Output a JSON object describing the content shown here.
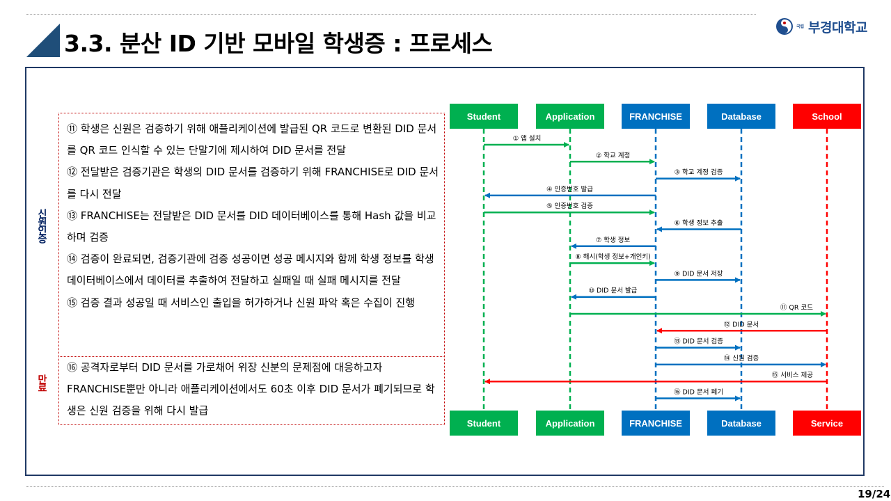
{
  "slide": {
    "title": "3.3. 분산 ID 기반 모바일 학생증 : 프로세스",
    "logo_text": "부경대학교",
    "logo_small_top": "국립",
    "page_number": "19/24"
  },
  "side_labels": {
    "auth": "신원인증",
    "expire": "만료"
  },
  "steps_text": {
    "auth": [
      "⑪ 학생은 신원은 검증하기 위해 애플리케이션에 발급된 QR 코드로 변환된 DID 문서를 QR 코드 인식할 수 있는 단말기에 제시하여 DID 문서를 전달",
      "⑫ 전달받은 검증기관은 학생의 DID 문서를 검증하기 위해 FRANCHISE로 DID 문서를 다시 전달",
      "⑬ FRANCHISE는 전달받은 DID 문서를 DID 데이터베이스를 통해 Hash 값을 비교하며 검증",
      "⑭ 검증이 완료되면, 검증기관에 검증 성공이면 성공 메시지와 함께 학생 정보를 학생 데이터베이스에서 데이터를 추출하여 전달하고 실패일 때 실패 메시지를 전달",
      "⑮ 검증 결과 성공일 때 서비스인 출입을 허가하거나 신원 파악 혹은 수집이 진행"
    ],
    "expire": [
      "⑯ 공격자로부터 DID 문서를 가로채어 위장 신분의 문제점에 대응하고자 FRANCHISE뿐만 아니라 애플리케이션에서도 60초 이후 DID 문서가 폐기되므로 학생은 신원 검증을 위해 다시 발급"
    ]
  },
  "colors": {
    "green": "#00b050",
    "blue": "#0070c0",
    "red": "#ff0000",
    "navy": "#1f3864",
    "text_red": "#c00000",
    "title_navy": "#002060"
  },
  "diagram": {
    "actors_top": [
      {
        "id": "student",
        "label": "Student",
        "color": "#00b050"
      },
      {
        "id": "application",
        "label": "Application",
        "color": "#00b050"
      },
      {
        "id": "franchise",
        "label": "FRANCHISE",
        "color": "#0070c0"
      },
      {
        "id": "database",
        "label": "Database",
        "color": "#0070c0"
      },
      {
        "id": "school",
        "label": "School",
        "color": "#ff0000"
      }
    ],
    "actors_bottom": [
      {
        "id": "student",
        "label": "Student",
        "color": "#00b050"
      },
      {
        "id": "application",
        "label": "Application",
        "color": "#00b050"
      },
      {
        "id": "franchise",
        "label": "FRANCHISE",
        "color": "#0070c0"
      },
      {
        "id": "database",
        "label": "Database",
        "color": "#0070c0"
      },
      {
        "id": "service",
        "label": "Service",
        "color": "#ff0000"
      }
    ],
    "messages": [
      {
        "from": "student",
        "to": "application",
        "label": "① 앱 설치",
        "color": "#00b050"
      },
      {
        "from": "application",
        "to": "franchise",
        "label": "② 학교 계정",
        "color": "#00b050"
      },
      {
        "from": "franchise",
        "to": "database",
        "label": "③ 학교 계정 검증",
        "color": "#0070c0"
      },
      {
        "from": "franchise",
        "to": "student",
        "label": "④ 인증번호 발급",
        "color": "#0070c0"
      },
      {
        "from": "student",
        "to": "franchise",
        "label": "⑤ 인증번호 검증",
        "color": "#00b050"
      },
      {
        "from": "database",
        "to": "franchise",
        "label": "⑥ 학생 정보 추출",
        "color": "#0070c0"
      },
      {
        "from": "franchise",
        "to": "application",
        "label": "⑦ 학생 정보",
        "color": "#0070c0"
      },
      {
        "from": "application",
        "to": "franchise",
        "label": "⑧ 해시(학생 정보+개인키)",
        "color": "#00b050"
      },
      {
        "from": "franchise",
        "to": "database",
        "label": "⑨ DID 문서 저장",
        "color": "#0070c0"
      },
      {
        "from": "franchise",
        "to": "application",
        "label": "⑩ DID 문서 발급",
        "color": "#0070c0"
      },
      {
        "from": "application",
        "to": "school",
        "label": "⑪ QR 코드",
        "color": "#00b050"
      },
      {
        "from": "school",
        "to": "franchise",
        "label": "⑫ DID 문서",
        "color": "#ff0000"
      },
      {
        "from": "franchise",
        "to": "database",
        "label": "⑬ DID 문서 검증",
        "color": "#0070c0"
      },
      {
        "from": "franchise",
        "to": "school",
        "label": "⑭ 신원 검증",
        "color": "#0070c0"
      },
      {
        "from": "school",
        "to": "student",
        "label": "⑮ 서비스 제공",
        "color": "#ff0000"
      },
      {
        "from": "franchise",
        "to": "database",
        "label": "⑯ DID 문서 폐기",
        "color": "#0070c0"
      }
    ]
  }
}
